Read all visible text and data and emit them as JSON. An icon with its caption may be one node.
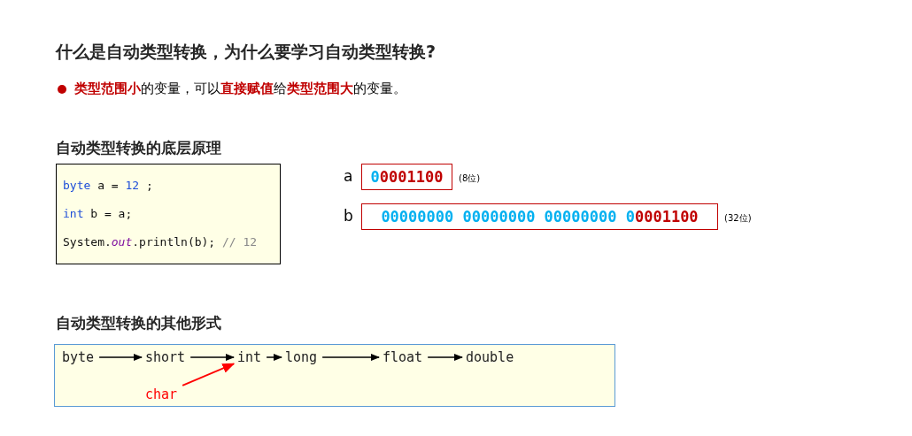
{
  "diagram": {
    "title": "什么是自动类型转换，为什么要学习自动类型转换?",
    "nodes": [
      {
        "text": [
          "byte a = 12 ;",
          "int b = a;",
          "System.*out*.println(b); // 12"
        ]
      },
      {
        "text": [
          "00001100"
        ],
        "beside": [
          "a",
          "(8位)"
        ]
      },
      {
        "text": [
          "00000000 00000000 00000000 00001100"
        ],
        "beside": [
          "b",
          "(32位)"
        ]
      },
      {
        "text": [],
        "shape": "box"
      },
      {
        "text": [
          "byte"
        ],
        "in": 3
      },
      {
        "text": [
          "short"
        ],
        "in": 3
      },
      {
        "text": [
          "int"
        ],
        "in": 3
      },
      {
        "text": [
          "long"
        ],
        "in": 3
      },
      {
        "text": [
          "float"
        ],
        "in": 3
      },
      {
        "text": [
          "double"
        ],
        "in": 3
      },
      {
        "text": [
          "char"
        ],
        "in": 3
      }
    ],
    "edges": [
      {
        "from": 4,
        "to": 5,
        "arrow": "to"
      },
      {
        "from": 5,
        "to": 6,
        "arrow": "to"
      },
      {
        "from": 6,
        "to": 7,
        "arrow": "to"
      },
      {
        "from": 7,
        "to": 8,
        "arrow": "to"
      },
      {
        "from": 8,
        "to": 9,
        "arrow": "to"
      },
      {
        "from": 10,
        "to": 6,
        "arrow": "to",
        "color": "#ff0000"
      }
    ],
    "labels": [
      "**类型范围小**的变量，可以**直接赋值**给**类型范围大**的变量。",
      "自动类型转换的底层原理",
      "自动类型转换的其他形式"
    ]
  }
}
